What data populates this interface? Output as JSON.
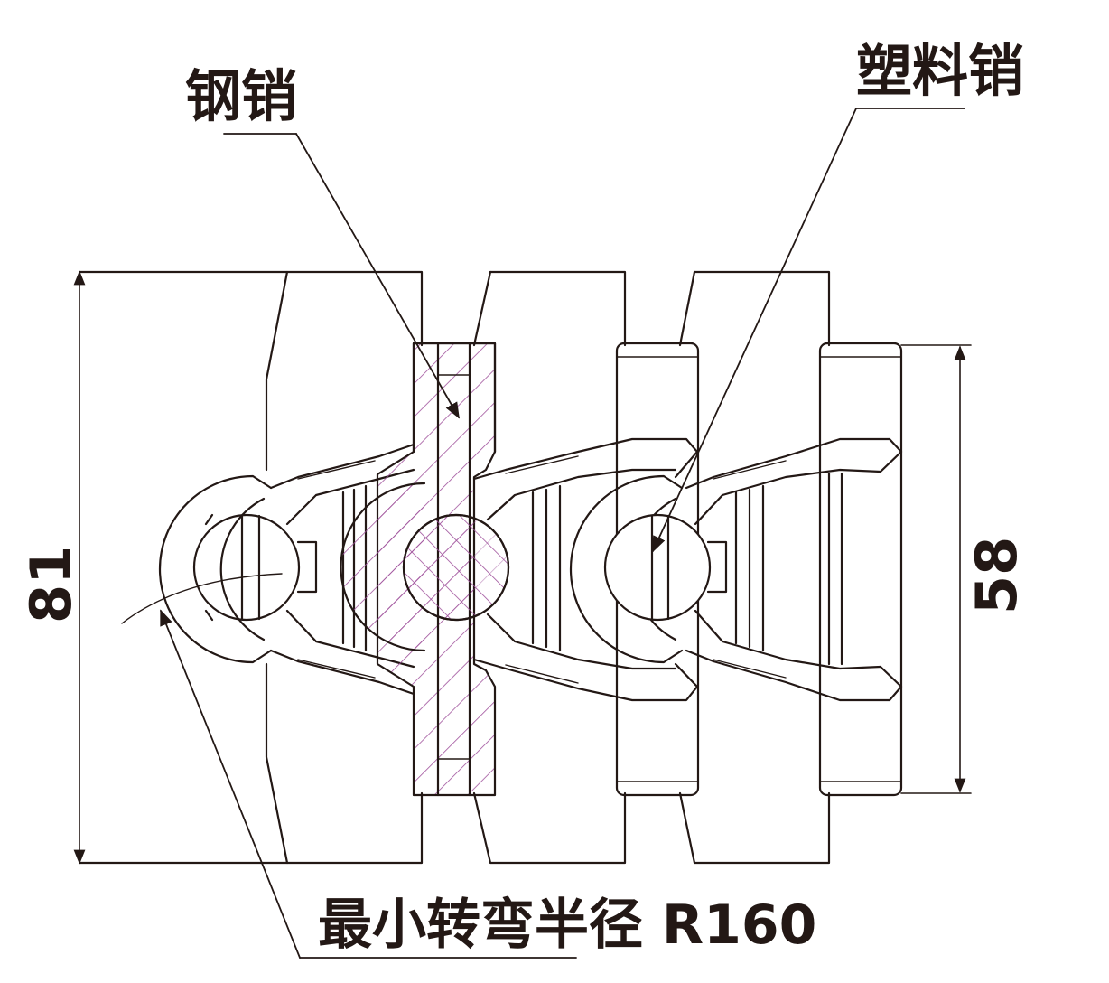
{
  "labels": {
    "steel_pin": "钢销",
    "plastic_pin": "塑料销",
    "min_radius": "最小转弯半径 R160"
  },
  "dimensions": {
    "overall_height": "81",
    "pin_height": "58"
  },
  "colors": {
    "line": "#231815",
    "hatch": "#a0529c",
    "background": "#ffffff"
  }
}
